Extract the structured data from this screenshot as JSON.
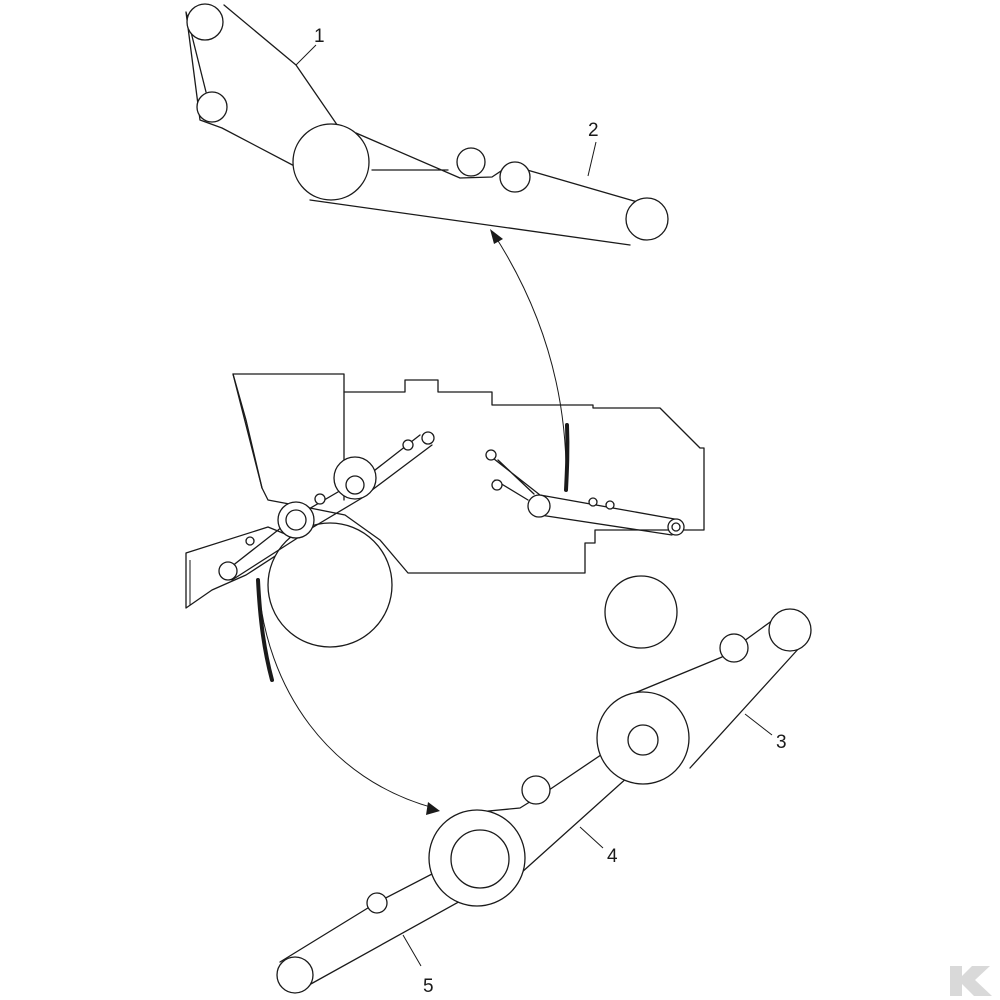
{
  "callouts": {
    "c1": "1",
    "c2": "2",
    "c3": "3",
    "c4": "4",
    "c5": "5"
  },
  "colors": {
    "line": "#1a1a1a",
    "background": "#ffffff",
    "logo": "#d9d9d9"
  },
  "icons": {
    "corner_logo": "logo-icon"
  }
}
